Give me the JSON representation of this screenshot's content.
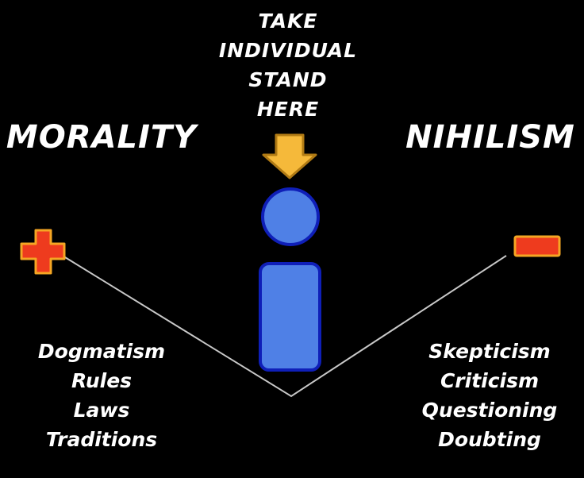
{
  "top_instruction": [
    "TAKE",
    "INDIVIDUAL",
    "STAND",
    "HERE"
  ],
  "left": {
    "title": "MORALITY",
    "sign": "+",
    "items": [
      "Dogmatism",
      "Rules",
      "Laws",
      "Traditions"
    ]
  },
  "right": {
    "title": "NIHILISM",
    "sign": "−",
    "items": [
      "Skepticism",
      "Criticism",
      "Questioning",
      "Doubting"
    ]
  },
  "icons": {
    "arrow": "down-arrow-icon",
    "figure": "individual-person-icon",
    "plus": "plus-icon",
    "minus": "minus-icon"
  },
  "colors": {
    "background": "#000000",
    "text": "#ffffff",
    "arrow_fill": "#f5b93a",
    "person_fill": "#4f80e6",
    "person_stroke": "#0f1fb8",
    "sign_fill": "#ee3b1e",
    "sign_stroke": "#f5a623",
    "line": "#c8c8c8"
  }
}
